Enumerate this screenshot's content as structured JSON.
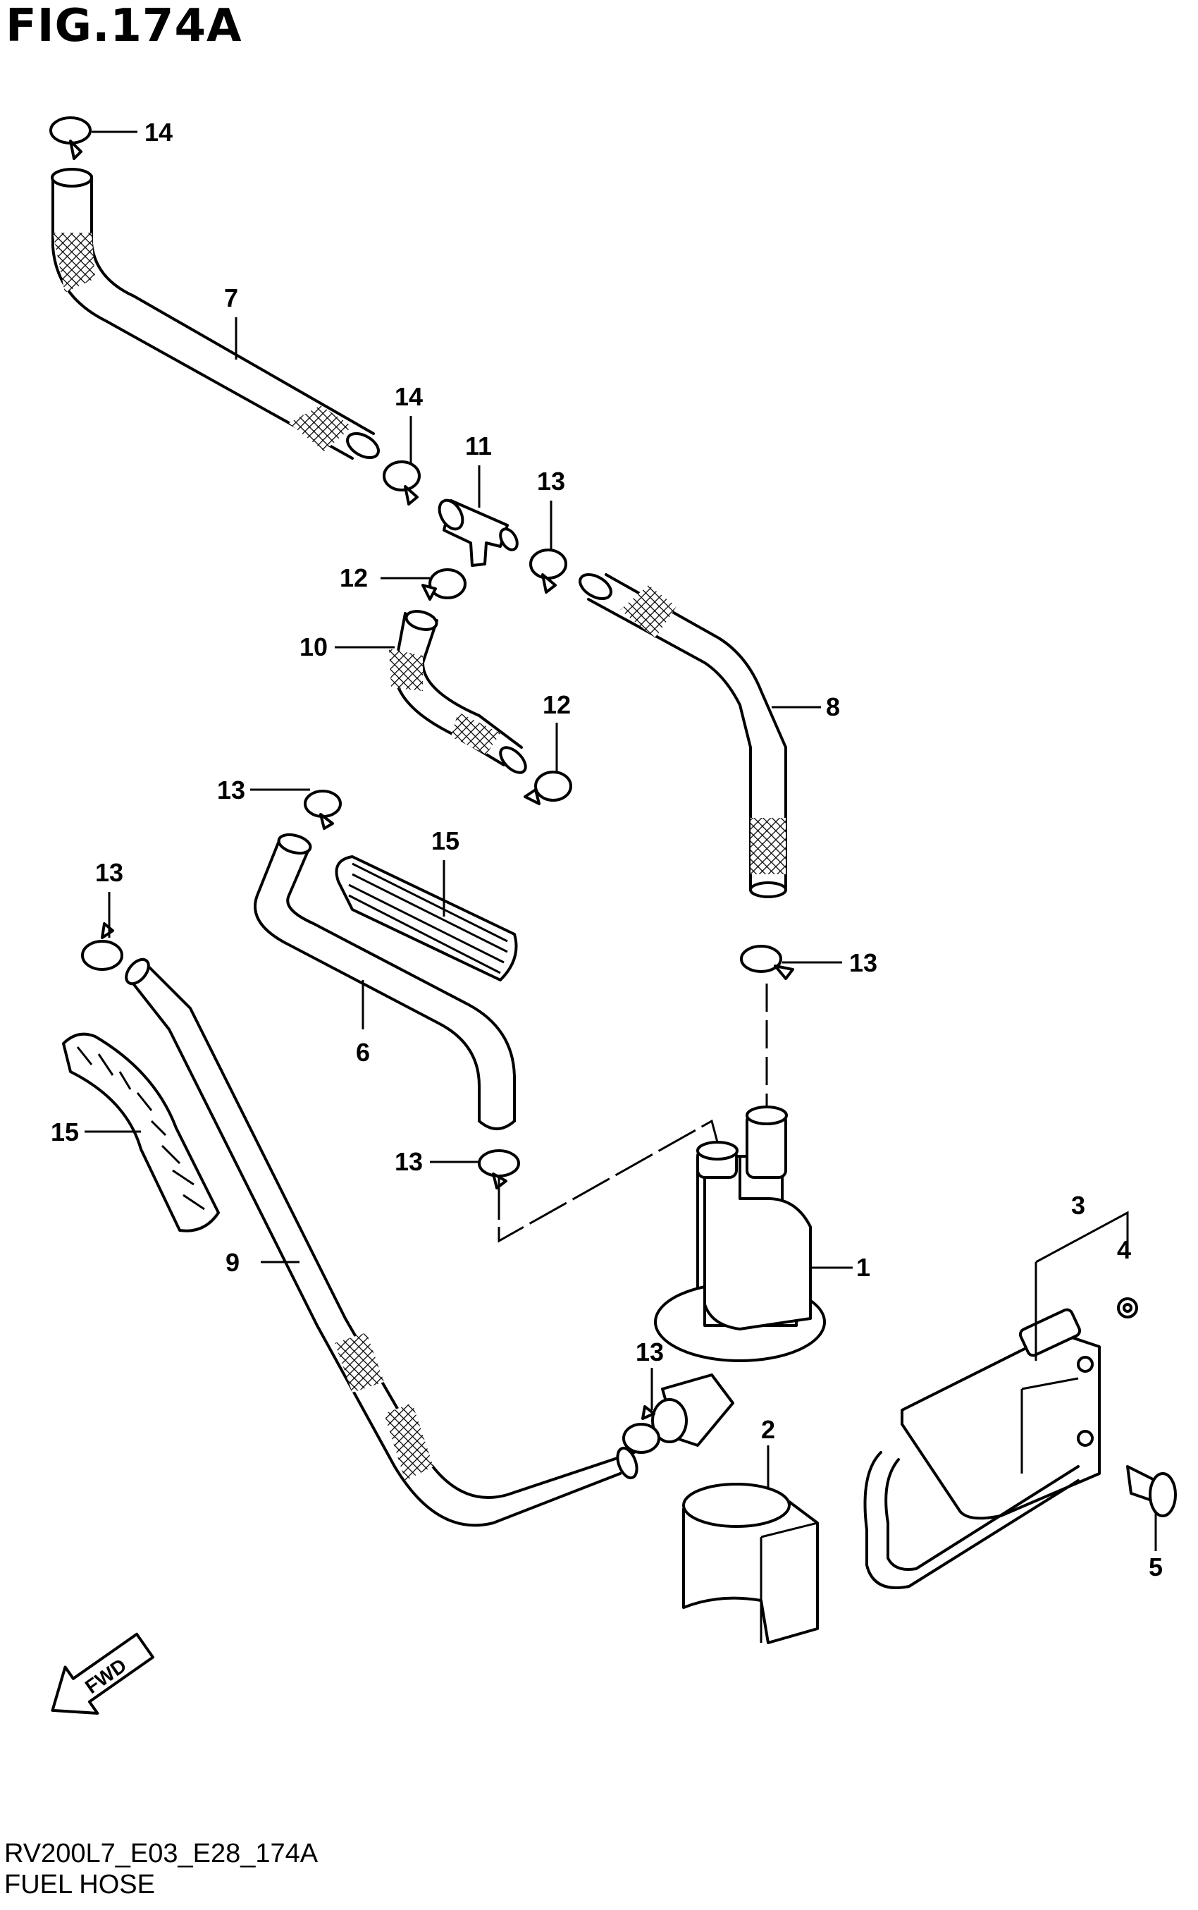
{
  "figure": {
    "title": "FIG.174A",
    "code": "RV200L7_E03_E28_174A",
    "caption": "FUEL HOSE",
    "fwd_label": "FWD"
  },
  "callouts": [
    "14",
    "7",
    "14",
    "11",
    "13",
    "12",
    "10",
    "12",
    "8",
    "13",
    "15",
    "13",
    "6",
    "13",
    "15",
    "13",
    "9",
    "1",
    "3",
    "4",
    "13",
    "2",
    "5"
  ]
}
